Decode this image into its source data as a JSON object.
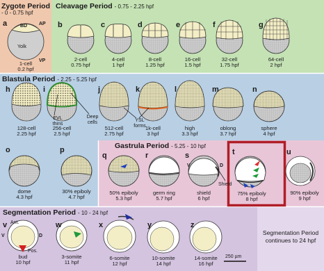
{
  "colors": {
    "zygote_bg": "#f0c8ad",
    "cleavage_bg": "#c4e2b4",
    "blastula_bg": "#b8cfe4",
    "gastrula_bg": "#e8c6d8",
    "segmentation_bg": "#d4c4e0",
    "highlight_frame": "#b01e28",
    "yolk_fill": "#cfcfcf",
    "cell_fill": "#f6f0c4"
  },
  "periods": {
    "zygote": {
      "name": "Zygote Period",
      "range": "- 0 - 0.75 hpf"
    },
    "cleavage": {
      "name": "Cleavage Period",
      "range": "- 0.75 - 2.25 hpf"
    },
    "blastula": {
      "name": "Blastula Period",
      "range": "- 2.25 - 5.25 hpf"
    },
    "gastrula": {
      "name": "Gastrula Period",
      "range": "- 5.25 - 10 hpf"
    },
    "segmentation": {
      "name": "Segmentation Period",
      "range": "- 10 - 24 hpf"
    },
    "continues_note": "Segmentation Period continues to 24 hpf"
  },
  "panels": {
    "a": {
      "letter": "a",
      "stage": "1-cell",
      "time": "0.2 hpf"
    },
    "b": {
      "letter": "b",
      "stage": "2-cell",
      "time": "0.75 hpf"
    },
    "c": {
      "letter": "c",
      "stage": "4-cell",
      "time": "1 hpf"
    },
    "d": {
      "letter": "d",
      "stage": "8-cell",
      "time": "1.25 hpf"
    },
    "e": {
      "letter": "e",
      "stage": "16-cell",
      "time": "1.5 hpf"
    },
    "f": {
      "letter": "f",
      "stage": "32-cell",
      "time": "1.75 hpf"
    },
    "g": {
      "letter": "g",
      "stage": "64-cell",
      "time": "2 hpf"
    },
    "h": {
      "letter": "h",
      "stage": "128-cell",
      "time": "2.25 hpf"
    },
    "i": {
      "letter": "i",
      "stage": "256-cell",
      "time": "2.5 hpf"
    },
    "j": {
      "letter": "j",
      "stage": "512-cell",
      "time": "2.75 hpf"
    },
    "k": {
      "letter": "k",
      "stage": "1k-cell",
      "time": "3 hpf"
    },
    "l": {
      "letter": "l",
      "stage": "high",
      "time": "3.3 hpf"
    },
    "m": {
      "letter": "m",
      "stage": "oblong",
      "time": "3.7 hpf"
    },
    "n": {
      "letter": "n",
      "stage": "sphere",
      "time": "4 hpf"
    },
    "o": {
      "letter": "o",
      "stage": "dome",
      "time": "4.3 hpf"
    },
    "p": {
      "letter": "p",
      "stage": "30% epiboly",
      "time": "4.7 hpf"
    },
    "q": {
      "letter": "q",
      "stage": "50% epiboly",
      "time": "5.3 hpf"
    },
    "r": {
      "letter": "r",
      "stage": "germ ring",
      "time": "5.7 hpf"
    },
    "s": {
      "letter": "s",
      "stage": "shield",
      "time": "6 hpf"
    },
    "t": {
      "letter": "t",
      "stage": "75% epiboly",
      "time": "8 hpf"
    },
    "u": {
      "letter": "u",
      "stage": "90% epiboly",
      "time": "9 hpf"
    },
    "v": {
      "letter": "v",
      "stage": "bud",
      "time": "10 hpf"
    },
    "w": {
      "letter": "w",
      "stage": "3-somite",
      "time": "11 hpf"
    },
    "x": {
      "letter": "x",
      "stage": "6-somite",
      "time": "12 hpf"
    },
    "y": {
      "letter": "y",
      "stage": "10-somite",
      "time": "14 hpf"
    },
    "z": {
      "letter": "z",
      "stage": "14-somite",
      "time": "16 hpf"
    }
  },
  "annotations": {
    "bd": "BD",
    "ap": "AP",
    "vp": "VP",
    "yolk": "Yolk",
    "evl": "EVL thins",
    "deep": "Deep cells",
    "ysl": "YSL forms",
    "d_label": "D",
    "shield": "Shield",
    "v_ant": "Ant.",
    "v_v": "V",
    "v_d": "D",
    "v_pos": "Pos.",
    "scale": "250 µm"
  }
}
